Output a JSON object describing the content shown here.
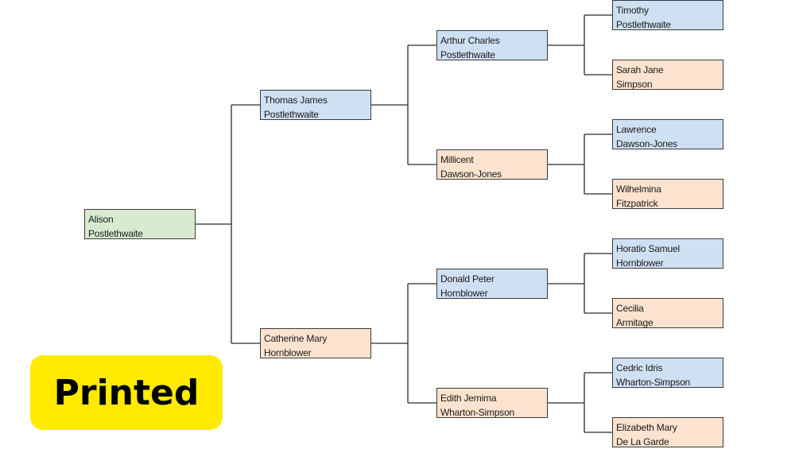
{
  "tree": {
    "root": {
      "line1": "Alison",
      "line2": "Postlethwaite"
    },
    "parents": {
      "father": {
        "line1": "Thomas James",
        "line2": "Postlethwaite"
      },
      "mother": {
        "line1": "Catherine Mary",
        "line2": "Hornblower"
      }
    },
    "grandparents": {
      "paternal_grandfather": {
        "line1": "Arthur Charles",
        "line2": "Postlethwaite"
      },
      "paternal_grandmother": {
        "line1": "Millicent",
        "line2": "Dawson-Jones"
      },
      "maternal_grandfather": {
        "line1": "Donald Peter",
        "line2": "Hornblower"
      },
      "maternal_grandmother": {
        "line1": "Edith Jemima",
        "line2": "Wharton-Simpson"
      }
    },
    "great_grandparents": [
      {
        "line1": "Timothy",
        "line2": "Postlethwaite"
      },
      {
        "line1": "Sarah Jane",
        "line2": "Simpson"
      },
      {
        "line1": "Lawrence",
        "line2": "Dawson-Jones"
      },
      {
        "line1": "Wilhelmina",
        "line2": "Fitzpatrick"
      },
      {
        "line1": "Horatio Samuel",
        "line2": "Hornblower"
      },
      {
        "line1": "Cecilia",
        "line2": "Armitage"
      },
      {
        "line1": "Cedric Idris",
        "line2": "Wharton-Simpson"
      },
      {
        "line1": "Elizabeth Mary",
        "line2": "De La Garde"
      }
    ]
  },
  "badge": {
    "label": "Printed"
  },
  "colors": {
    "male": "#cfe0f3",
    "female": "#fbe3cf",
    "root": "#d8ead2",
    "badge": "#ffea00",
    "connector": "#2a2a2a"
  }
}
